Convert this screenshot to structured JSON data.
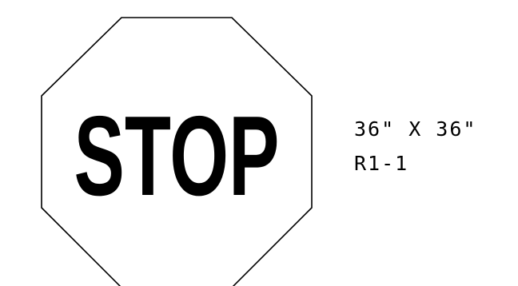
{
  "sign": {
    "shape": "octagon",
    "legend": "STOP",
    "border_color": "#000000",
    "legend_color": "#000000",
    "background_color": "#ffffff"
  },
  "specs": {
    "size": "36\" X 36\"",
    "code": "R1-1"
  }
}
